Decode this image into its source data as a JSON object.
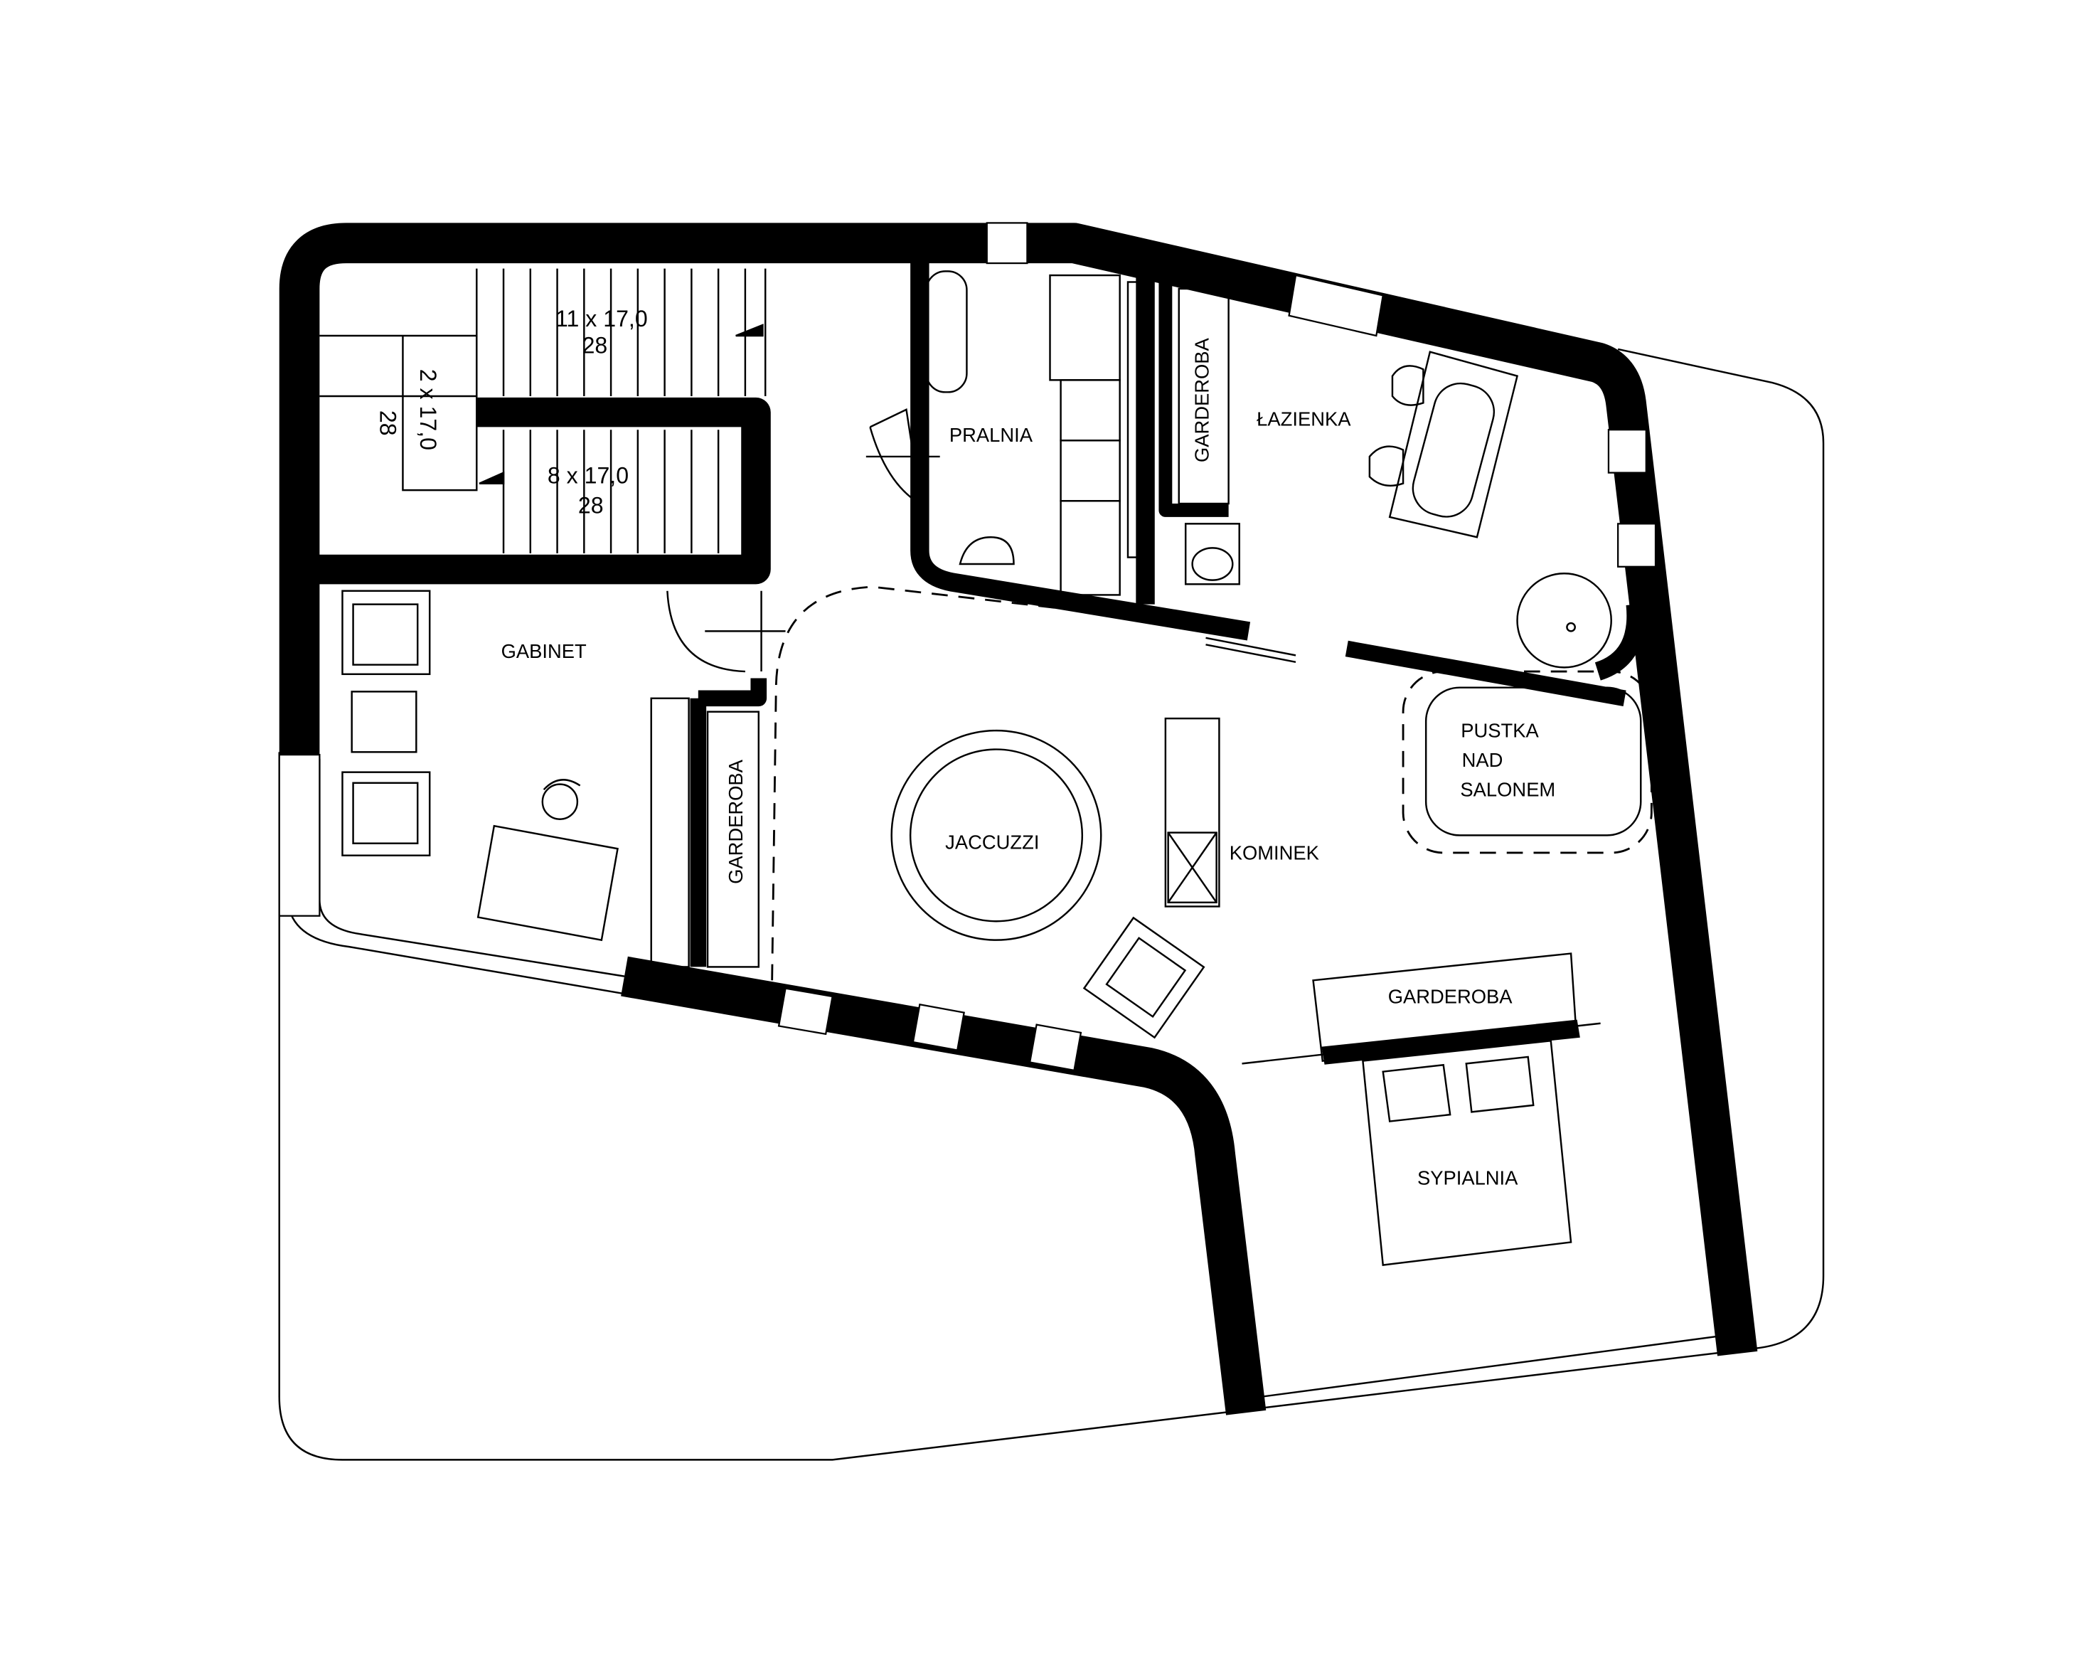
{
  "stairs": {
    "upper_run": {
      "count": "11 x 17,0",
      "tread": "28"
    },
    "landing": {
      "count": "2 x 17,0",
      "tread": "28"
    },
    "lower_run": {
      "count": "8 x 17,0",
      "tread": "28"
    }
  },
  "rooms": {
    "gabinet": "GABINET",
    "pralnia": "PRALNIA",
    "garderoba_top": "GARDEROBA",
    "lazienka": "ŁAZIENKA",
    "garderoba_left": "GARDEROBA",
    "pustka": [
      "PUSTKA",
      "NAD",
      "SALONEM"
    ],
    "jaccuzzi": "JACCUZZI",
    "kominek": "KOMINEK",
    "garderoba_bedroom": "GARDEROBA",
    "sypialnia": "SYPIALNIA"
  }
}
